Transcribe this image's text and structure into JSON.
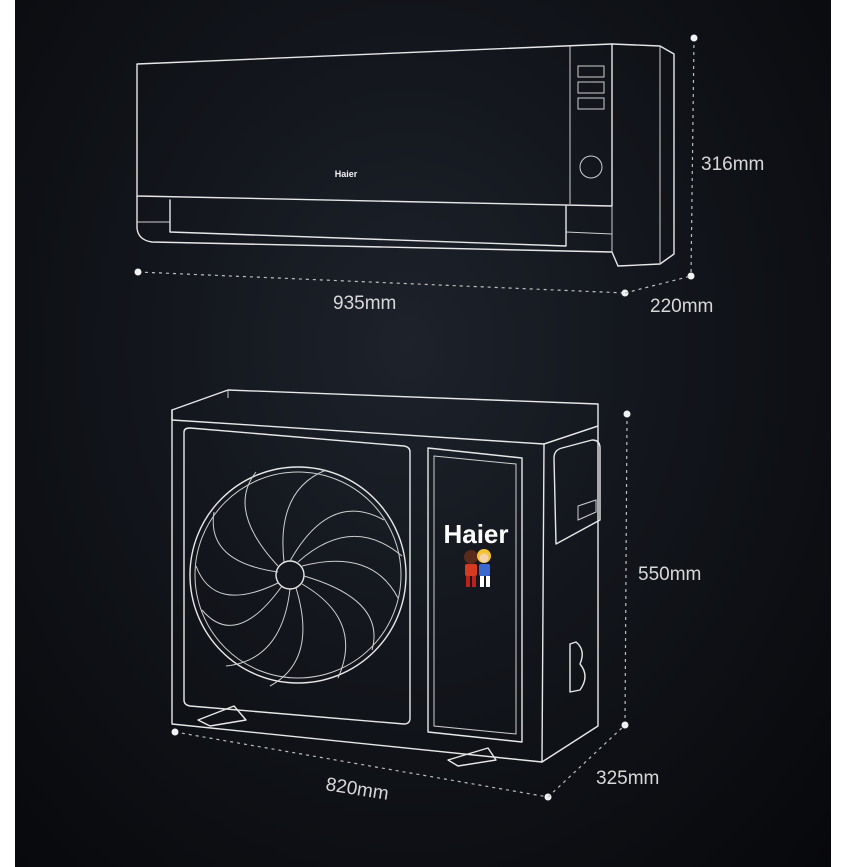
{
  "indoor_unit": {
    "brand": "Haier",
    "height_label": "316mm",
    "width_label": "935mm",
    "depth_label": "220mm"
  },
  "outdoor_unit": {
    "brand": "Haier",
    "height_label": "550mm",
    "width_label": "820mm",
    "depth_label": "325mm"
  },
  "colors": {
    "background": "#0e1116",
    "line": "#e8e8e8"
  }
}
